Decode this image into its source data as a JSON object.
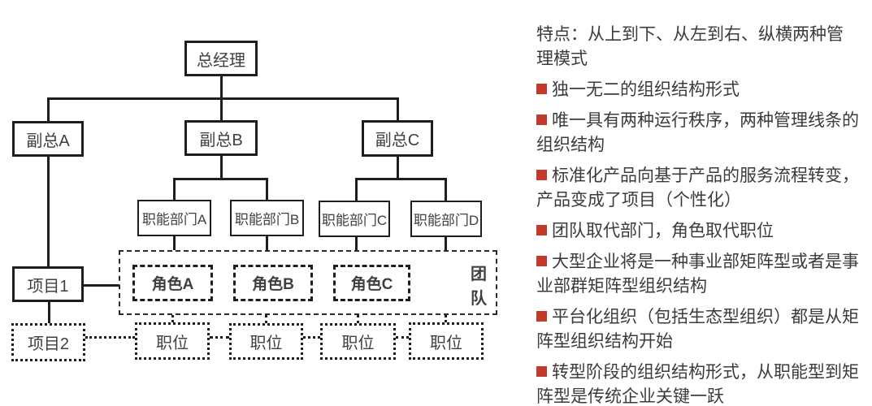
{
  "diagram": {
    "general_manager": "总经理",
    "vice_presidents": [
      "副总A",
      "副总B",
      "副总C"
    ],
    "departments": [
      "职能部门A",
      "职能部门B",
      "职能部门C",
      "职能部门D"
    ],
    "roles": [
      "角色A",
      "角色B",
      "角色C"
    ],
    "team_label": "团队",
    "projects": [
      "项目1",
      "项目2"
    ],
    "positions": [
      "职位",
      "职位",
      "职位",
      "职位"
    ]
  },
  "notes": {
    "accent_color": "#c23a2b",
    "text_color": "#3b3b3b",
    "title_lines": [
      "特点：从上到下、从左到右、纵横两种管",
      "理模式"
    ],
    "bullets": [
      {
        "lines": [
          "独一无二的组织结构形式"
        ]
      },
      {
        "lines": [
          "唯一具有两种运行秩序，两种管理线条的",
          "组织结构"
        ]
      },
      {
        "lines": [
          "标准化产品向基于产品的服务流程转变，",
          "产品变成了项目（个性化）"
        ]
      },
      {
        "lines": [
          "团队取代部门，角色取代职位"
        ]
      },
      {
        "lines": [
          "大型企业将是一种事业部矩阵型或者是事",
          "业部群矩阵型组织结构"
        ]
      },
      {
        "lines": [
          "平台化组织（包括生态型组织）都是从矩",
          "阵型组织结构开始"
        ]
      },
      {
        "lines": [
          "转型阶段的组织结构形式，从职能型到矩",
          "阵型是传统企业关键一跃"
        ]
      }
    ]
  }
}
